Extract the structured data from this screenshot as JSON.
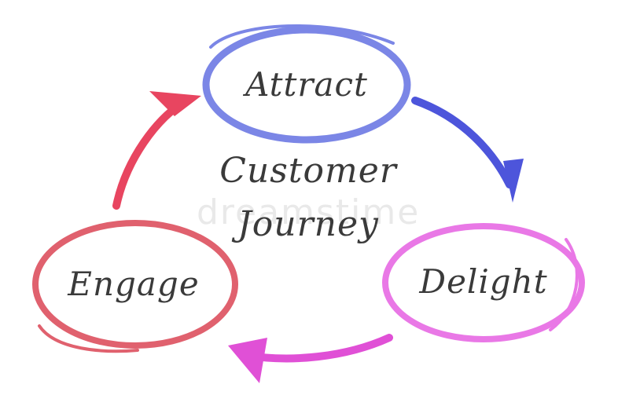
{
  "diagram": {
    "title_line1": "Customer",
    "title_line2": "Journey",
    "watermark": "dreamstime",
    "nodes": [
      {
        "id": "attract",
        "label": "Attract",
        "color": "#7b86e6"
      },
      {
        "id": "delight",
        "label": "Delight",
        "color": "#e978e6"
      },
      {
        "id": "engage",
        "label": "Engage",
        "color": "#e0616e"
      }
    ],
    "arrows": [
      {
        "from": "attract",
        "to": "delight",
        "color": "#4d55db"
      },
      {
        "from": "delight",
        "to": "engage",
        "color": "#e050d6"
      },
      {
        "from": "engage",
        "to": "attract",
        "color": "#e84560"
      }
    ]
  }
}
